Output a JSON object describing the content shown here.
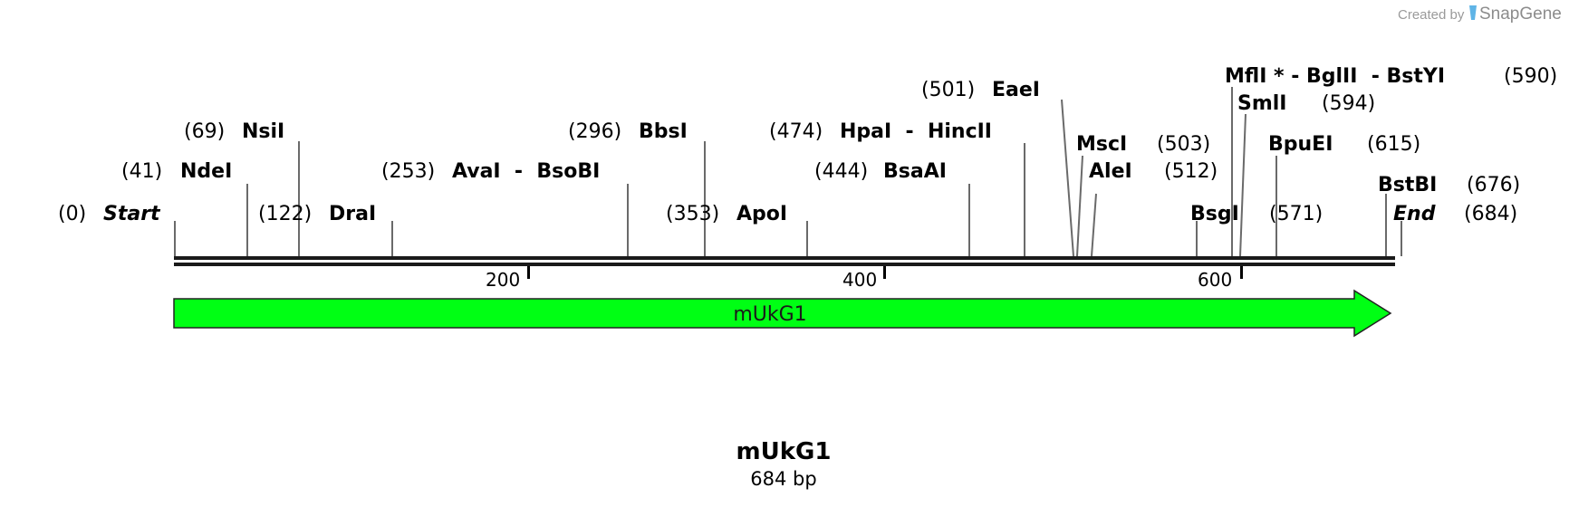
{
  "credit": {
    "prefix": "Created by",
    "brand": "SnapGene"
  },
  "map": {
    "name": "mUkG1",
    "length_label": "684 bp",
    "length": 684,
    "tick_labels": [
      "200",
      "400",
      "600"
    ],
    "sites": [
      {
        "pos": "(0)",
        "name": "Start"
      },
      {
        "pos": "(41)",
        "name": "NdeI"
      },
      {
        "pos": "(69)",
        "name": "NsiI"
      },
      {
        "pos": "(122)",
        "name": "DraI"
      },
      {
        "pos": "(253)",
        "name": "AvaI  -  BsoBI"
      },
      {
        "pos": "(296)",
        "name": "BbsI"
      },
      {
        "pos": "(353)",
        "name": "ApoI"
      },
      {
        "pos": "(444)",
        "name": "BsaAI"
      },
      {
        "pos": "(474)",
        "name": "HpaI  -  HincII"
      },
      {
        "pos": "(501)",
        "name": "EaeI"
      },
      {
        "pos": "(503)",
        "name": "MscI"
      },
      {
        "pos": "(512)",
        "name": "AleI"
      },
      {
        "pos": "(571)",
        "name": "BsgI"
      },
      {
        "pos": "(590)",
        "name": "MflI * - BglII  - BstYI"
      },
      {
        "pos": "(594)",
        "name": "SmlI"
      },
      {
        "pos": "(615)",
        "name": "BpuEI"
      },
      {
        "pos": "(676)",
        "name": "BstBI"
      },
      {
        "pos": "(684)",
        "name": "End"
      }
    ],
    "feature": {
      "name": "mUkG1",
      "color": "#00ff14"
    }
  }
}
